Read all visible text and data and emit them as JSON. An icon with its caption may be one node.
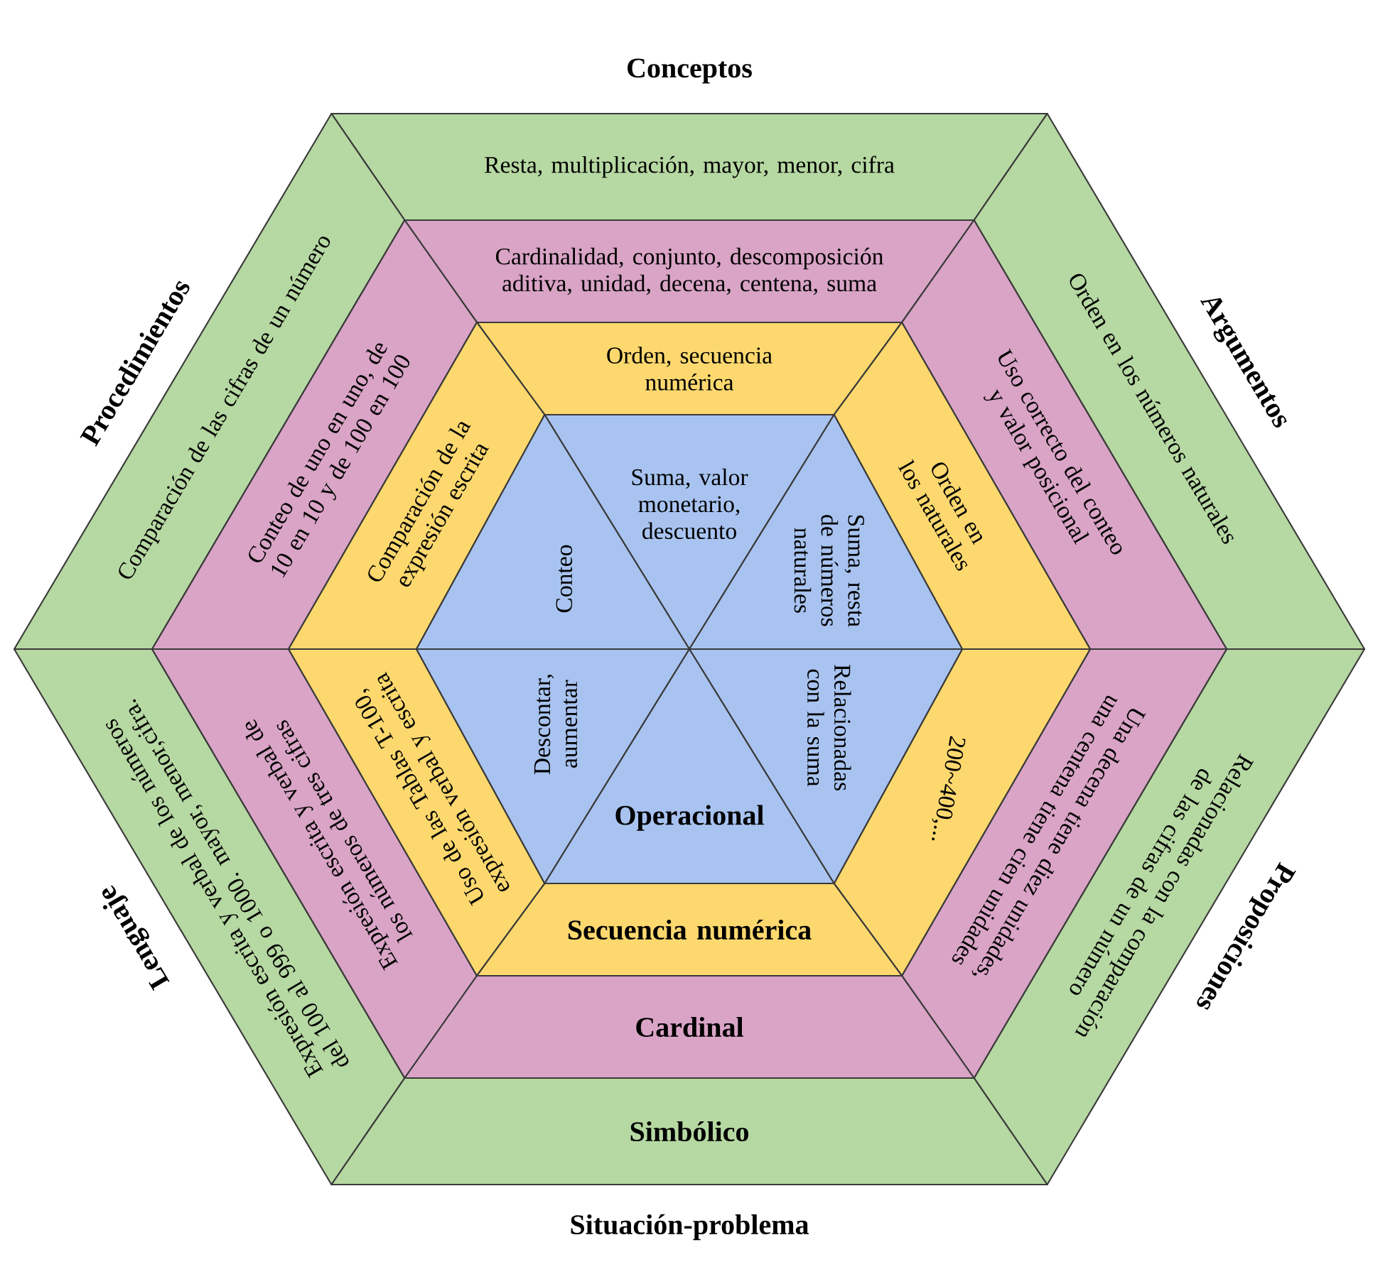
{
  "diagram": {
    "nodes": [
      {
        "text": [
          "Resta, multiplicación, mayor, menor, cifra"
        ]
      },
      {
        "text": [
          "Comparación de las cifras de un número"
        ]
      },
      {
        "text": [
          "Orden en los números naturales"
        ]
      },
      {
        "text": [
          "Expresión escrita y verbal de los números del 100 al 999 o 1000. mayor, menor,cifra."
        ]
      },
      {
        "text": [
          "Relacionadas con la comparación de las cifras de un número"
        ]
      },
      {
        "text": [
          "Simbólico"
        ]
      },
      {
        "text": [
          "Cardinalidad, conjunto, descomposición aditiva, unidad, decena, centena, suma"
        ]
      },
      {
        "text": [
          "Conteo de uno en uno, de 10 en 10 y de 100 en 100"
        ]
      },
      {
        "text": [
          "Uso correcto del conteo y valor posicional"
        ]
      },
      {
        "text": [
          "Expresión escrita y verbal de los números de tres cifras"
        ]
      },
      {
        "text": [
          "Una decena tiene diez unidades, una centena tiene cien unidades"
        ]
      },
      {
        "text": [
          "Cardinal"
        ]
      },
      {
        "text": [
          "Orden, secuencia numérica"
        ]
      },
      {
        "text": [
          "Comparación de la expresión escrita"
        ]
      },
      {
        "text": [
          "Orden en los naturales"
        ]
      },
      {
        "text": [
          "Uso de las Tablas T-100, expresión verbal y escrita"
        ]
      },
      {
        "text": [
          "200~400,..."
        ]
      },
      {
        "text": [
          "Secuencia numérica"
        ]
      },
      {
        "text": [
          "Suma, valor monetario, descuento"
        ]
      },
      {
        "text": [
          "Conteo"
        ]
      },
      {
        "text": [
          "Suma, resta de números naturales"
        ]
      },
      {
        "text": [
          "Descontar, aumentar"
        ]
      },
      {
        "text": [
          "Relacionadas con la suma"
        ]
      },
      {
        "text": [
          "Operacional"
        ]
      }
    ],
    "labels": [
      "Conceptos",
      "Procedimientos",
      "Argumentos",
      "Lenguaje",
      "Proposiciones",
      "Situación-problema"
    ]
  }
}
